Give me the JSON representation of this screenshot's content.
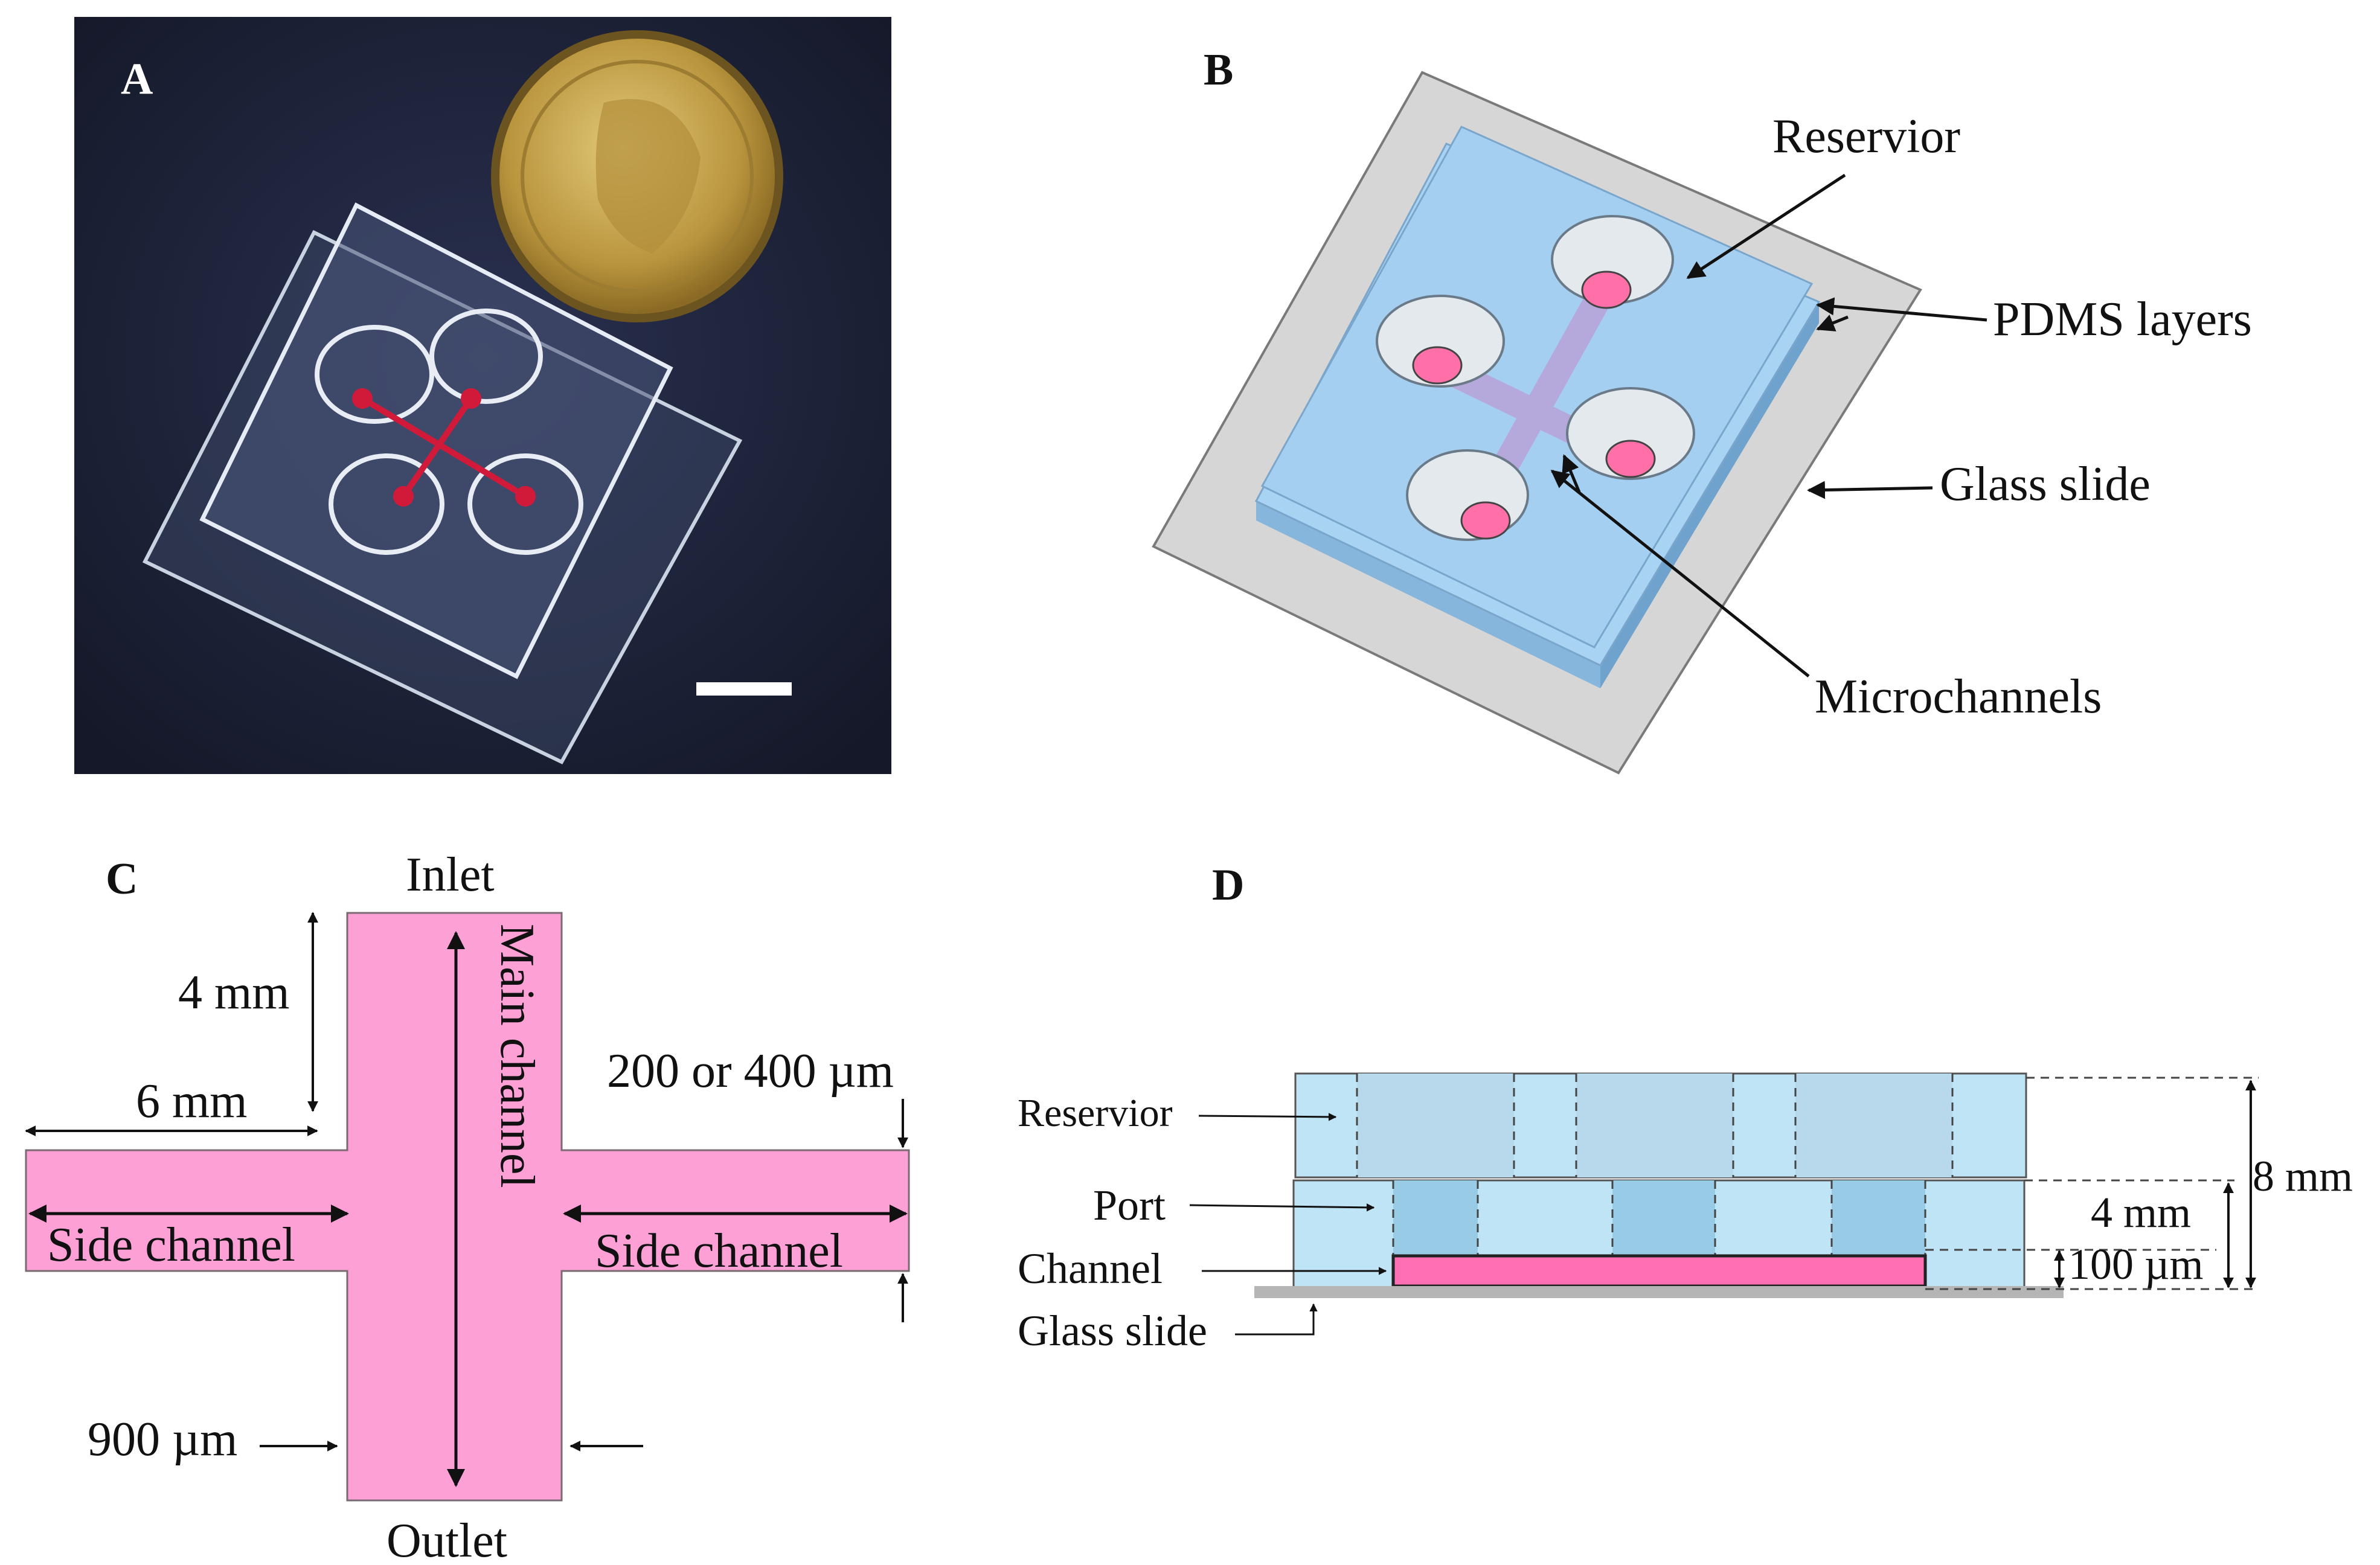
{
  "panels": {
    "a": {
      "letter": "A"
    },
    "b": {
      "letter": "B",
      "labels": {
        "reservior": "Reservior",
        "pdms_layers": "PDMS layers",
        "glass_slide": "Glass slide",
        "microchannels": "Microchannels"
      }
    },
    "c": {
      "letter": "C",
      "labels": {
        "inlet": "Inlet",
        "outlet": "Outlet",
        "main_channel": "Main channel",
        "side_channel_left": "Side channel",
        "side_channel_right": "Side channel",
        "dim_4mm": "4 mm",
        "dim_6mm": "6 mm",
        "dim_200_400": "200 or 400 µm",
        "dim_900": "900 µm"
      }
    },
    "d": {
      "letter": "D",
      "labels": {
        "reservior": "Reservior",
        "port": "Port",
        "channel": "Channel",
        "glass_slide": "Glass slide",
        "dim_8mm": "8 mm",
        "dim_4mm": "4 mm",
        "dim_100um": "100 µm"
      }
    }
  },
  "colors": {
    "pdms_blue": "#a9d3f2",
    "pdms_light": "#bfe4f6",
    "channel_pink": "#fda0d5",
    "glass_gray": "#d6d6d6",
    "photo_bg": "#1d2236",
    "coin_gold": "#c4a24a"
  }
}
